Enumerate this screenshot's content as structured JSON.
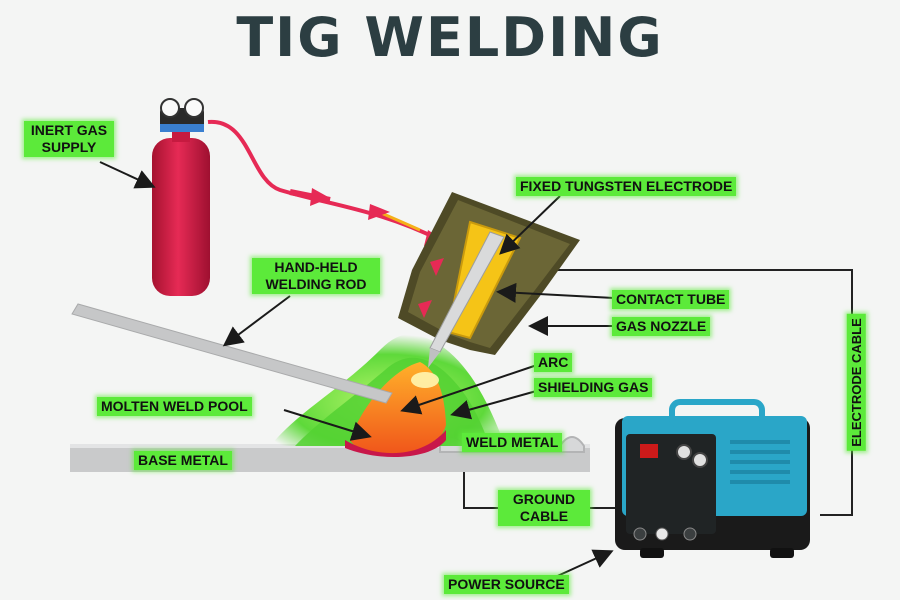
{
  "title": "TIG WELDING",
  "labels": {
    "inert_gas_supply": "INERT GAS SUPPLY",
    "fixed_tungsten_electrode": "FIXED TUNGSTEN ELECTRODE",
    "hand_held_welding_rod": "HAND-HELD WELDING ROD",
    "contact_tube": "CONTACT TUBE",
    "gas_nozzle": "GAS NOZZLE",
    "arc": "ARC",
    "shielding_gas": "SHIELDING GAS",
    "molten_weld_pool": "MOLTEN WELD POOL",
    "weld_metal": "WELD METAL",
    "base_metal": "BASE METAL",
    "ground_cable": "GROUND CABLE",
    "electrode_cable": "ELECTRODE CABLE",
    "power_source": "POWER SOURCE"
  },
  "colors": {
    "title": "#2c3e42",
    "label_bg": "#5cea3a",
    "cylinder": "#d81e48",
    "torch_body": "#5e5a30",
    "electrode": "#f2c21a",
    "weld_pool": "#f57c1a",
    "shielding_gas": "#6fe04a",
    "power_source": "#2aa6c8"
  }
}
